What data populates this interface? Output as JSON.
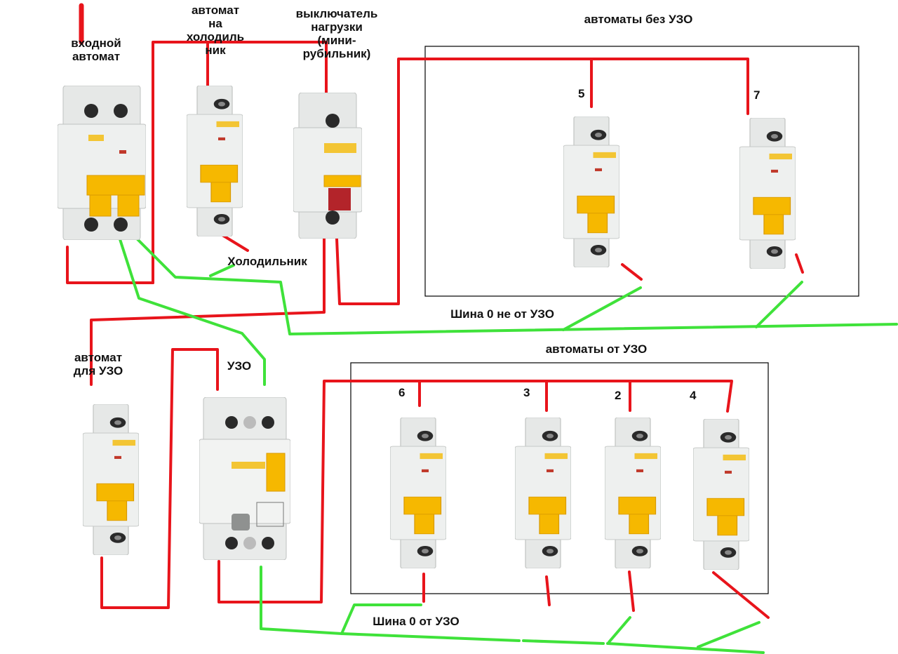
{
  "labels": {
    "input_breaker": "входной\nавтомат",
    "fridge_breaker": "автомат\nна\nхолодиль\nник",
    "load_switch": "выключатель\nнагрузки\n(мини-\nрубильник)",
    "group_no_rcd": "автоматы без УЗО",
    "fridge": "Холодильник",
    "bus_no_rcd": "Шина 0 не от УЗО",
    "breaker_for_rcd": "автомат\nдля УЗО",
    "rcd": "УЗО",
    "group_rcd": "автоматы от УЗО",
    "bus_rcd": "Шина 0 от УЗО"
  },
  "numbers": {
    "b5": "5",
    "b7": "7",
    "b6": "6",
    "b3": "3",
    "b2": "2",
    "b4": "4"
  },
  "colors": {
    "phase": "#e8141b",
    "neutral": "#3fe23a",
    "frame": "#000000",
    "breaker_body": "#e9ebea",
    "handle": "#f6b800",
    "brand": "#f3c534"
  },
  "icons": {
    "breaker": "circuit-breaker-icon",
    "rcd": "rcd-device-icon",
    "switch": "load-switch-icon"
  }
}
